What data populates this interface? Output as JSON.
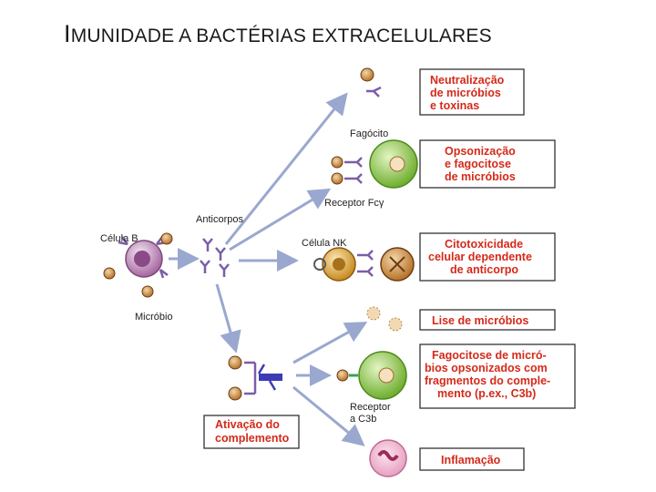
{
  "title": {
    "initial": "I",
    "rest": "MUNIDADE A BACTÉRIAS EXTRACELULARES"
  },
  "labels": {
    "celula_b": "Célula B",
    "anticorpos": "Anticorpos",
    "microbio": "Micróbio",
    "fagocito": "Fagócito",
    "receptor_fc": "Receptor Fcγ",
    "celula_nk": "Célula NK",
    "receptor_c3b_1": "Receptor",
    "receptor_c3b_2": "a C3b"
  },
  "boxes": {
    "neutralizacao": [
      "Neutralização",
      "de micróbios",
      "e toxinas"
    ],
    "opsonizacao": [
      "Opsonização",
      "e fagocitose",
      "de micróbios"
    ],
    "citotoxicidade": [
      "Citotoxicidade",
      "celular dependente",
      "de anticorpo"
    ],
    "lise": [
      "Lise de micróbios"
    ],
    "fagocitose_c3b": [
      "Fagocitose de micró-",
      "bios opsonizados com",
      "fragmentos do comple-",
      "mento (p.ex., C3b)"
    ],
    "ativacao": [
      "Ativação do",
      "complemento"
    ],
    "inflamacao": [
      "Inflamação"
    ]
  },
  "colors": {
    "box_text": "#d42a1a",
    "box_border": "#333333",
    "arrow": "#9aa8cf",
    "antibody": "#7a5ea8",
    "microbe": "#c98a3a",
    "b_cell": "#b57fb0",
    "phagocyte": "#8cc84b",
    "nk_cell": "#d8a23a"
  }
}
